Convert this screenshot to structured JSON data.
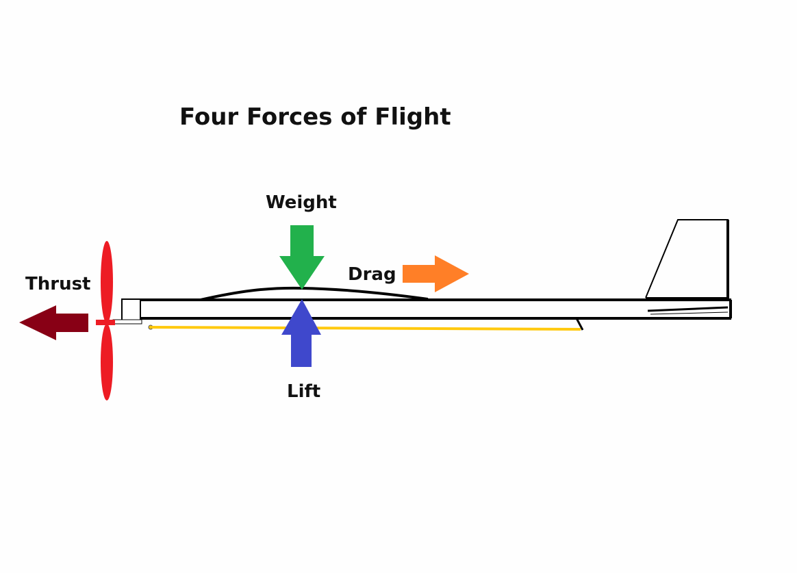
{
  "diagram": {
    "title": "Four Forces of Flight",
    "forces": {
      "weight": {
        "label": "Weight",
        "color": "#22b14c"
      },
      "drag": {
        "label": "Drag",
        "color": "#ff7f27"
      },
      "thrust": {
        "label": "Thrust",
        "color": "#880015"
      },
      "lift": {
        "label": "Lift",
        "color": "#3f48cc"
      }
    },
    "colors": {
      "propeller": "#ed1c24",
      "rubber_band": "#ffc90e",
      "outline": "#000000"
    }
  }
}
